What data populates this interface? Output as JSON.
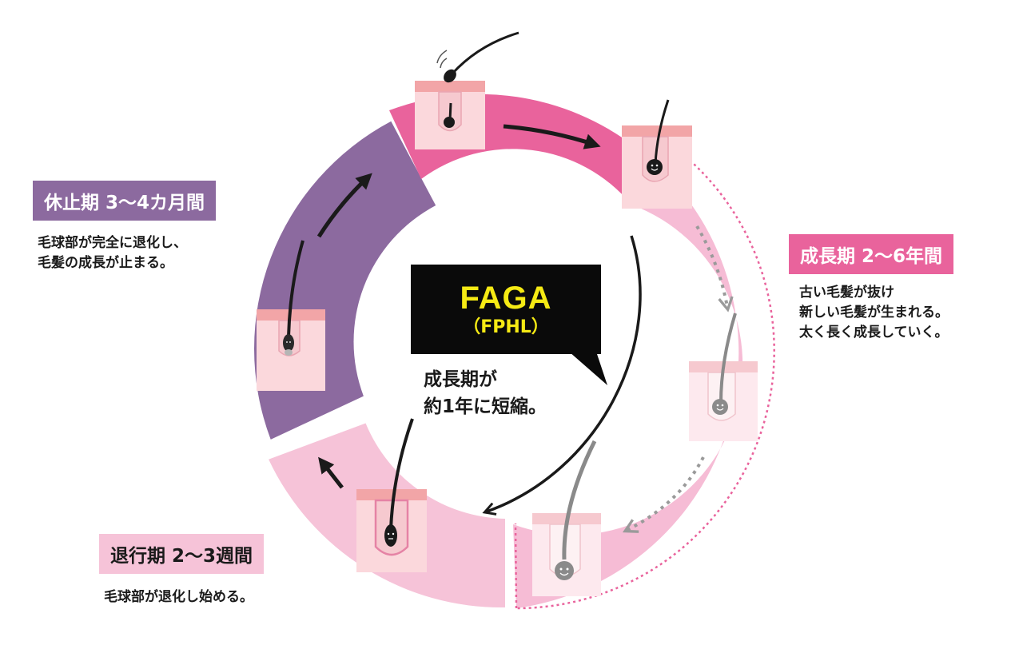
{
  "colors": {
    "growth": "#e9639c",
    "growth_fade": "#f6bcd5",
    "telogen": "#8c6a9f",
    "catagen": "#f6c3d8",
    "skin": "#fbd8dc",
    "skin_top": "#f2a5a7",
    "black_box": "#0a0a0a",
    "yellow_text": "#f5ea14"
  },
  "phases": {
    "telogen": {
      "label": "休止期 3〜4カ月間",
      "desc": [
        "毛球部が完全に退化し、",
        "毛髪の成長が止まる。"
      ]
    },
    "anagen": {
      "label": "成長期 2〜6年間",
      "desc": [
        "古い毛髪が抜け",
        "新しい毛髪が生まれる。",
        "太く長く成長していく。"
      ]
    },
    "catagen": {
      "label": "退行期 2〜3週間",
      "desc": [
        "毛球部が退化し始める。"
      ]
    }
  },
  "faga": {
    "title": "FAGA",
    "subtitle": "（FPHL）",
    "note": [
      "成長期が",
      "約1年に短縮。"
    ]
  },
  "icons": [
    "hair-follicle-icon",
    "arrow-icon",
    "dotted-arrow-icon",
    "smiley-bulb-icon",
    "speech-bubble-tail-icon"
  ]
}
